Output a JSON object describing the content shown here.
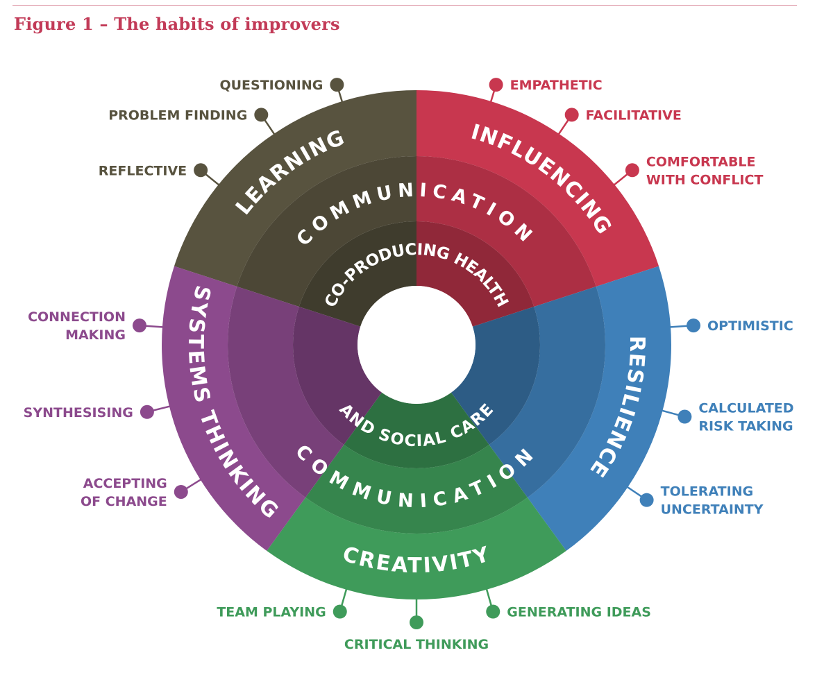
{
  "figure_title": "Figure 1 – The habits of improvers",
  "center_text": {
    "top": "CO-PRODUCING HEALTH",
    "bottom": "AND SOCIAL CARE"
  },
  "ring_text": {
    "top": "COMMUNICATION",
    "bottom": "COMMUNICATION"
  },
  "segments": [
    {
      "key": "learning",
      "label": "LEARNING",
      "color": "#58533f",
      "habits": [
        [
          "QUESTIONING"
        ],
        [
          "PROBLEM FINDING"
        ],
        [
          "REFLECTIVE"
        ]
      ]
    },
    {
      "key": "influencing",
      "label": "INFLUENCING",
      "color": "#c8374f",
      "habits": [
        [
          "EMPATHETIC"
        ],
        [
          "FACILITATIVE"
        ],
        [
          "COMFORTABLE",
          "WITH CONFLICT"
        ]
      ]
    },
    {
      "key": "resilience",
      "label": "RESILIENCE",
      "color": "#3f80b9",
      "habits": [
        [
          "OPTIMISTIC"
        ],
        [
          "CALCULATED",
          "RISK TAKING"
        ],
        [
          "TOLERATING",
          "UNCERTAINTY"
        ]
      ]
    },
    {
      "key": "creativity",
      "label": "CREATIVITY",
      "color": "#3f9b5a",
      "habits": [
        [
          "TEAM PLAYING"
        ],
        [
          "CRITICAL THINKING"
        ],
        [
          "GENERATING IDEAS"
        ]
      ]
    },
    {
      "key": "systems-thinking",
      "label": "SYSTEMS THINKING",
      "color": "#8c4a8d",
      "habits": [
        [
          "CONNECTION",
          "MAKING"
        ],
        [
          "SYNTHESISING"
        ],
        [
          "ACCEPTING",
          "OF CHANGE"
        ]
      ]
    }
  ]
}
